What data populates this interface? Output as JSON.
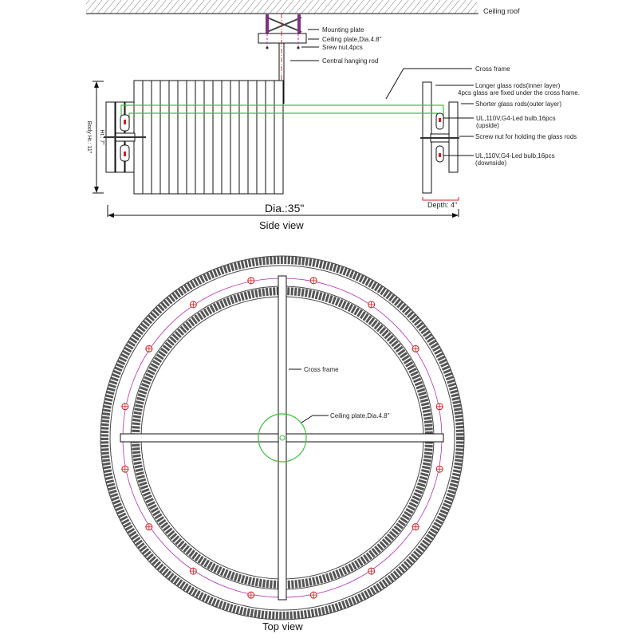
{
  "side_view": {
    "title": "Side view",
    "labels": {
      "ceiling_roof": "Ceiling roof",
      "mounting_plate": "Mounting plate",
      "ceiling_plate": "Ceiling plate,Dia.4.8\"",
      "screw_nut": "Srew nut,4pcs",
      "central_rod": "Central hanging rod",
      "cross_frame": "Cross frame",
      "longer_rods": "Longer glass rods(inner layer)",
      "longer_rods_note": "4pcs glass are fixed under the cross frame.",
      "shorter_rods": "Shorter glass rods(outer layer)",
      "bulb_up": "UL,110V,G4-Led bulb,16pcs",
      "bulb_up_note": "(upside)",
      "holding_nut": "Screw nut  for holding the glass rods",
      "bulb_down": "UL,110V,G4-Led bulb,16pcs",
      "bulb_down_note": "(downside)",
      "depth": "Depth: 4\"",
      "diameter": "Dia.:35\"",
      "body_height": "Body Ht.: 11\"",
      "height_inner": "Ht.: 7\""
    }
  },
  "top_view": {
    "title": "Top view",
    "labels": {
      "cross_frame": "Cross frame",
      "ceiling_plate": "Ceiling plate,Dia.4.8\""
    }
  },
  "colors": {
    "green": "#3cc03c",
    "red": "#d02020",
    "magenta": "#b030b0"
  }
}
